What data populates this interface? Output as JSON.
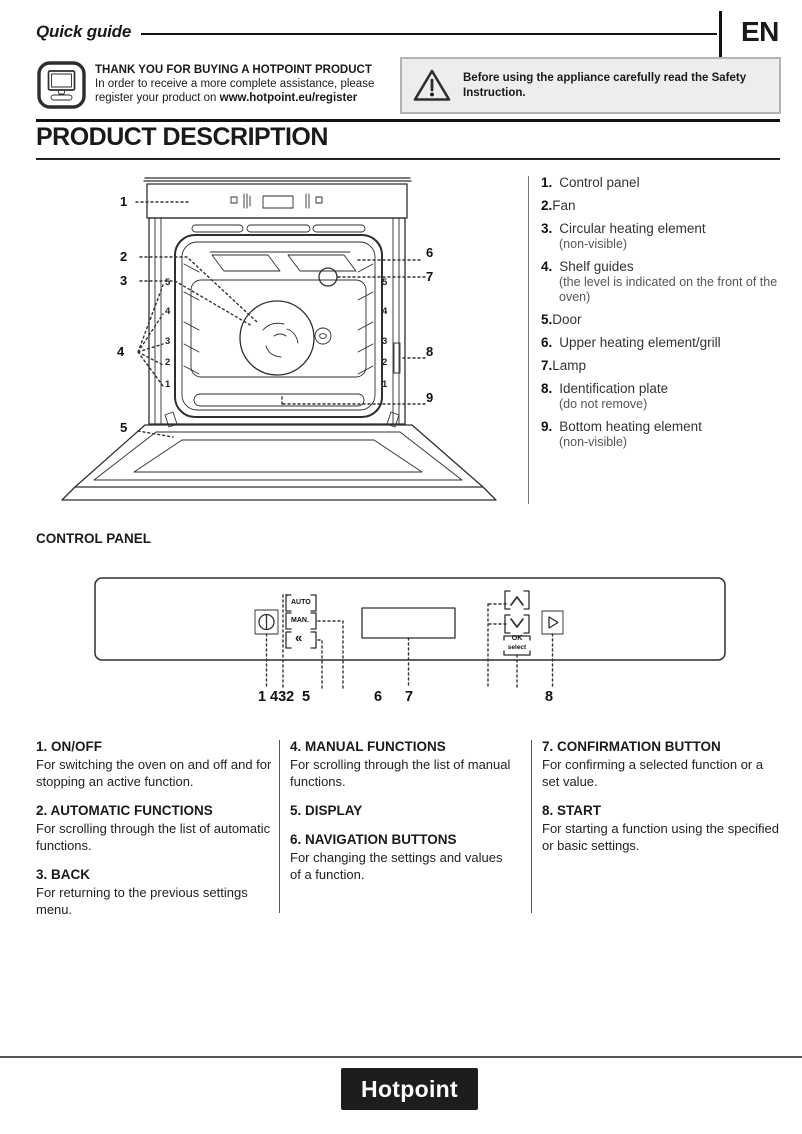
{
  "header": {
    "doc_title": "Quick guide",
    "language": "EN"
  },
  "intro": {
    "thank_you_title": "THANK YOU FOR BUYING A HOTPOINT PRODUCT",
    "thank_you_line1": "In order to receive a more complete assistance, please",
    "thank_you_line2_prefix": "register your product on ",
    "register_url": "www.hotpoint.eu/register",
    "warning_line1": "Before using the appliance carefully read the Safety",
    "warning_line2": "Instruction."
  },
  "product_description": {
    "title": "PRODUCT DESCRIPTION",
    "parts": [
      {
        "num": "1.",
        "name": "Control panel",
        "note": ""
      },
      {
        "num": "2.",
        "name": "Fan",
        "note": ""
      },
      {
        "num": "3.",
        "name": "Circular heating element",
        "note": "(non-visible)"
      },
      {
        "num": "4.",
        "name": "Shelf guides",
        "note": "(the level is indicated on the front of the oven)"
      },
      {
        "num": "5.",
        "name": "Door",
        "note": ""
      },
      {
        "num": "6.",
        "name": "Upper heating element/grill",
        "note": ""
      },
      {
        "num": "7.",
        "name": "Lamp",
        "note": ""
      },
      {
        "num": "8.",
        "name": "Identification plate",
        "note": "(do not remove)"
      },
      {
        "num": "9.",
        "name": "Bottom heating element",
        "note": "(non-visible)"
      }
    ],
    "figure": {
      "callouts": [
        "1",
        "2",
        "3",
        "4",
        "5",
        "6",
        "7",
        "8",
        "9"
      ],
      "shelf_levels": [
        "5",
        "4",
        "3",
        "2",
        "1"
      ]
    }
  },
  "control_panel": {
    "title": "CONTROL PANEL",
    "figure": {
      "auto_label": "AUTO",
      "man_label": "MAN.",
      "back_symbol": "«",
      "ok_label": "OK",
      "select_label": "select",
      "callouts": [
        "1",
        "432",
        "5",
        "6",
        "7",
        "8"
      ]
    },
    "descriptions": [
      [
        {
          "title": "1. ON/OFF",
          "body": "For switching the oven on and off and for stopping an active function."
        },
        {
          "title": "2. AUTOMATIC FUNCTIONS",
          "body": "For scrolling through the list of automatic functions."
        },
        {
          "title": "3. BACK",
          "body": "For returning to the previous settings menu."
        }
      ],
      [
        {
          "title": "4. MANUAL FUNCTIONS",
          "body": "For scrolling through the list of manual functions."
        },
        {
          "title": "5. DISPLAY",
          "body": ""
        },
        {
          "title": "6. NAVIGATION BUTTONS",
          "body": "For changing the settings and values of a function."
        }
      ],
      [
        {
          "title": "7. CONFIRMATION BUTTON",
          "body": "For confirming a selected function or a set value."
        },
        {
          "title": "8. START",
          "body": "For starting a function using the specified or basic settings."
        }
      ]
    ]
  },
  "footer": {
    "brand": "Hotpoint"
  }
}
